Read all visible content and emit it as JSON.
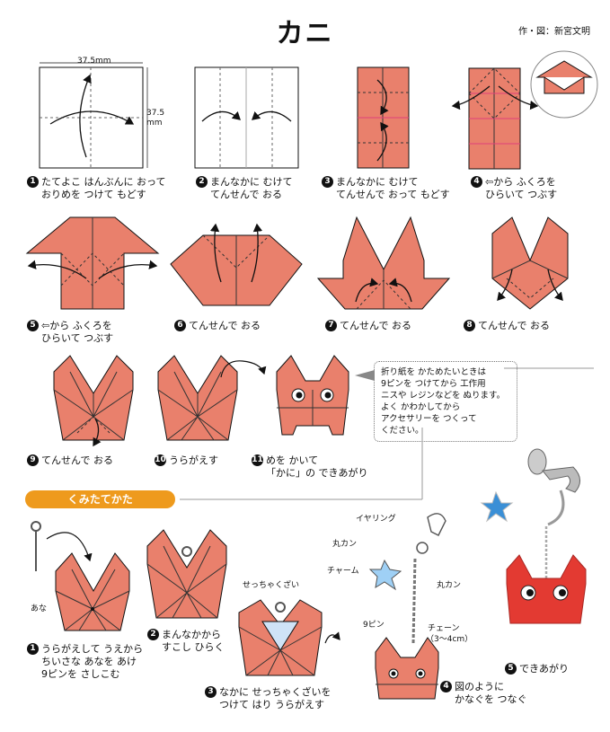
{
  "title": "カニ",
  "credit": "作・図：新宮文明",
  "dims": {
    "width": "37.5mm",
    "height_value": "37.5",
    "height_unit": "mm"
  },
  "steps": [
    {
      "num": "1",
      "text": "たてよこ はんぶんに おって\nおりめを つけて もどす"
    },
    {
      "num": "2",
      "text": "まんなかに むけて\nてんせんで おる"
    },
    {
      "num": "3",
      "text": "まんなかに むけて\nてんせんで おって もどす"
    },
    {
      "num": "4",
      "text": "⇦から ふくろを\nひらいて つぶす"
    },
    {
      "num": "5",
      "text": "⇦から ふくろを\nひらいて つぶす"
    },
    {
      "num": "6",
      "text": "てんせんで おる"
    },
    {
      "num": "7",
      "text": "てんせんで おる"
    },
    {
      "num": "8",
      "text": "てんせんで おる"
    },
    {
      "num": "9",
      "text": "てんせんで おる"
    },
    {
      "num": "10",
      "text": "うらがえす"
    },
    {
      "num": "11",
      "text": "めを かいて\n「かに」の できあがり"
    }
  ],
  "note": "折り紙を かためたいときは\n9ピンを つけてから 工作用\nニスや レジンなどを ぬります。\nよく かわかしてから\nアクセサリーを つくって\nください。",
  "assembly": {
    "banner": "くみたてかた",
    "steps": [
      {
        "num": "1",
        "text": "うらがえして うえから\nちいさな あなを あけ\n9ピンを さしこむ"
      },
      {
        "num": "2",
        "text": "まんなかから\nすこし ひらく"
      },
      {
        "num": "3",
        "text": "なかに せっちゃくざいを\nつけて はり うらがえす"
      },
      {
        "num": "4",
        "text": "図のように\nかなぐを つなぐ"
      },
      {
        "num": "5",
        "text": "できあがり"
      }
    ],
    "labels": {
      "hole": "あな",
      "adhesive": "せっちゃくざい",
      "earring": "イヤリング",
      "jump_ring_1": "丸カン",
      "charm": "チャーム",
      "jump_ring_2": "丸カン",
      "nine_pin": "9ピン",
      "chain": "チェーン",
      "chain_length": "（3～4cm）"
    }
  },
  "colors": {
    "paper": "#e9806c",
    "paper_light": "#f3b0a2",
    "line": "#333333",
    "crease_pink": "#e0407a",
    "banner": "#ee9a1d",
    "crab_red": "#e33a32",
    "star": "#3a8fd6"
  }
}
